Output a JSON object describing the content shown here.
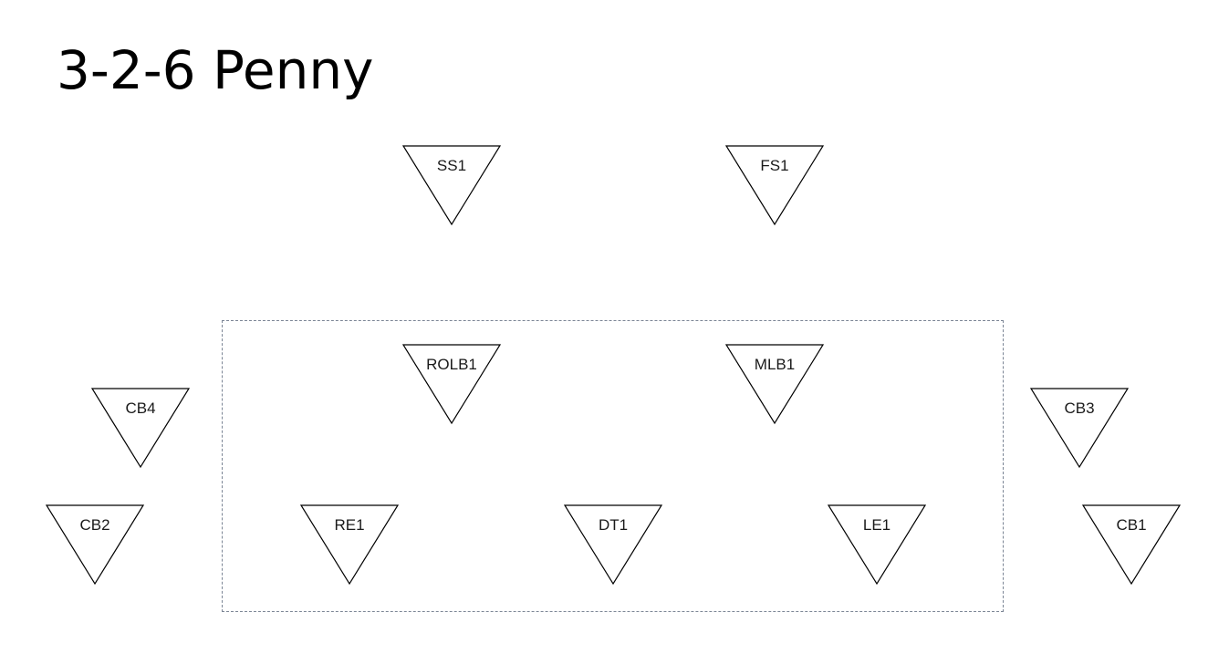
{
  "title": "3-2-6 Penny",
  "players": {
    "ss1": "SS1",
    "fs1": "FS1",
    "rolb1": "ROLB1",
    "mlb1": "MLB1",
    "cb4": "CB4",
    "cb3": "CB3",
    "cb2": "CB2",
    "re1": "RE1",
    "dt1": "DT1",
    "le1": "LE1",
    "cb1": "CB1"
  },
  "colors": {
    "triangle_stroke": "#000000",
    "group_box_border": "#7b8595"
  }
}
